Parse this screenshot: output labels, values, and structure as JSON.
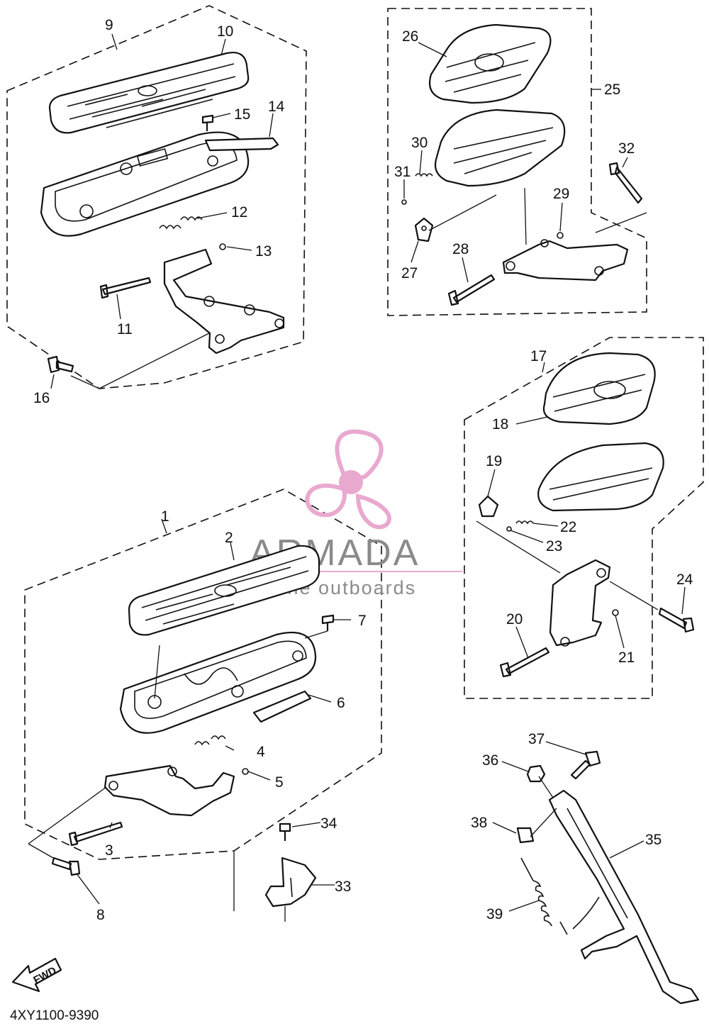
{
  "diagram_code": "4XY1100-9390",
  "fwd_label": "FWD",
  "watermark": {
    "brand": "ARMADA",
    "tagline": "marine outboards",
    "brand_color": "#8a8a8a",
    "logo_color": "#e9a9cf"
  },
  "callouts": [
    "1",
    "2",
    "3",
    "4",
    "5",
    "6",
    "7",
    "8",
    "9",
    "10",
    "11",
    "12",
    "13",
    "14",
    "15",
    "16",
    "17",
    "18",
    "19",
    "20",
    "21",
    "22",
    "23",
    "24",
    "25",
    "26",
    "27",
    "28",
    "29",
    "30",
    "31",
    "32",
    "33",
    "34",
    "35",
    "36",
    "37",
    "38",
    "39"
  ]
}
